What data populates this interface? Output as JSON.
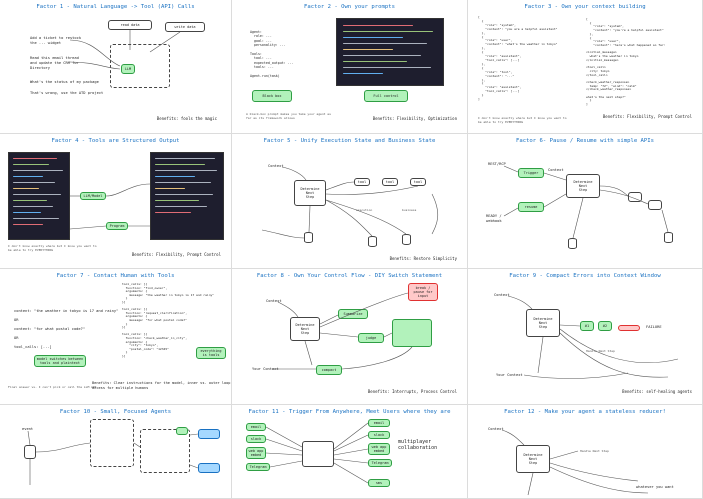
{
  "factors": [
    {
      "title": "Factor 1 - Natural Language -> Tool (API) Calls",
      "notes": [
        "Add a ticket to restock\nthe ... widget",
        "Read this email thread\nand update the CRM for\nDirectory",
        "What's the status of my package",
        "That's wrong, use the ATD project"
      ],
      "boxes": [
        "read data",
        "write data",
        "LLM"
      ],
      "benefit": "Benefits: fools the magic"
    },
    {
      "title": "Factor 2 - Own your prompts",
      "left_code": "Agent:\n  role: ...\n  goal: ...\n  personality: ...\n\nTools:\n  tool: ...\n  expected_output: ...\n  tools: ...\n\nAgent.run(task)",
      "buttons": [
        "Black box",
        "Full control"
      ],
      "footnote": "A black-box prompt makes you take your agent as\nfar as its framework allows",
      "benefit": "Benefits: Flexibility, Optimization"
    },
    {
      "title": "Factor 3 - Own your context building",
      "left_json": "[\n  {\n    \"role\": \"system\",\n    \"content\": \"you are a helpful assistant\"\n  },\n  {\n    \"role\": \"user\",\n    \"content\": \"what's the weather in tokyo\"\n  },\n  {\n    \"role\": \"assistant\",\n    \"tool_calls\": [...]\n  },\n  {\n    \"role\": \"tool\",\n    \"content\": \"...\"\n  },\n  {\n    \"role\": \"assistant\",\n    \"tool_calls\": [...]\n  }\n]",
      "right_json": "[\n  {\n    \"role\": \"system\",\n    \"content\": \"you're a helpful assistant\"\n  },\n  {\n    \"role\": \"user\",\n    \"content\": \"here's what happened so far:\n\n<initial_message>\n  what's the weather in tokyo\n</initial_message>\n\n<tool_call>\n  city: tokyo\n</tool_call>\n\n<check_weather_response>\n  temp: \"72\", \"wind\": \"calm\"\n</check_weather_response>\n\nwhat's the next step?\"\n  }\n]",
      "footnote": "I don't know exactly where but I know you want to\nbe able to try EVERYTHING",
      "benefit": "Benefits: Flexibility, Prompt Control"
    },
    {
      "title": "Factor 4 - Tools are Structured Output",
      "boxes": [
        "LLM/Model",
        "Program"
      ],
      "footnote": "I don't know exactly where but I know you want to\nbe able to try EVERYTHING",
      "benefit": "Benefits: Flexibility, Prompt Control"
    },
    {
      "title": "Factor 5 - Unify Execution State and Business State",
      "boxes": [
        "Determine\nNext\nStep",
        "tool",
        "tool",
        "tool"
      ],
      "labels": [
        "Context",
        "execution",
        "business"
      ],
      "benefit": "Benefits: Restore Simplicity"
    },
    {
      "title": "Factor 6- Pause / Resume with simple APIs",
      "labels": [
        "REST/RCP",
        "Context",
        "READY /\nwebhook",
        "resume"
      ],
      "boxes": [
        "Trigger",
        "Determine\nNext\nStep",
        "resume"
      ],
      "benefit": ""
    },
    {
      "title": "Factor 7 - Contact Human with Tools",
      "convo": [
        "content: \"the weather in tokyo is 17 and rainy\"",
        "OR",
        "content: \"for what postal code?\"",
        "OR",
        "tool_calls: [...]"
      ],
      "tool_json": "tool_calls: [{\n  function: \"find_owner\",\n  arguments: {\n    message: \"the weather in tokyo is 17 and rainy\"\n  }\n}]\n\ntool_calls: [{\n  function: \"request_clarification\",\n  arguments: {\n    message: \"for what postal code?\"\n  }\n}]\n\ntool_calls: [{\n  function: \"check_weather_in_city\",\n  arguments: {\n    \"city\": \"tokyo\",\n    \"postal_code\": \"12345\"\n  }\n}]",
      "boxes": [
        "model switches between\ntools and plaintext",
        "everything\nis tools"
      ],
      "footnote": "Final answer vs. I can't pick or call the LLM API",
      "benefit": "Benefits: Clear instructions for the model, inner vs. outer loop,\naccess for multiple humans"
    },
    {
      "title": "Factor 8 - Own Your Control Flow - DIY Switch Statement",
      "boxes": [
        "Determine\nNext\nStep",
        "Summarize",
        "break /\npause for\ninput",
        "judge",
        "compact"
      ],
      "labels": [
        "Context",
        "Your Context"
      ],
      "benefit": "Benefits: Interrupts, Process Control"
    },
    {
      "title": "Factor 9 - Compact Errors into Context Window",
      "boxes": [
        "Determine\nNext\nStep",
        "#1",
        "#2",
        "FAILURE"
      ],
      "labels": [
        "Context",
        "Your Context",
        "Handle Next Step"
      ],
      "benefit": "Benefits: self-healing agents"
    },
    {
      "title": "Factor 10 - Small, Focused Agents",
      "labels": [
        "event"
      ],
      "benefit": ""
    },
    {
      "title": "Factor 11 - Trigger From Anywhere, Meet Users where they are",
      "channels_left": [
        "email",
        "slack",
        "web app\nembed",
        "Telegram"
      ],
      "channels_right": [
        "email",
        "slack",
        "web app\nembed",
        "Telegram",
        "sms"
      ],
      "note": "multiplayer\ncollaboration",
      "benefit": ""
    },
    {
      "title": "Factor 12 - Make your agent a stateless reducer!",
      "boxes": [
        "Determine\nNext\nStep"
      ],
      "labels": [
        "Context",
        "Handle Next Step",
        "whatever you want"
      ],
      "benefit": ""
    }
  ],
  "colors": {
    "title": "#1971c2",
    "green": "#b2f2bb",
    "pink": "#ffc9c9",
    "code_bg": "#1e1e2e"
  }
}
